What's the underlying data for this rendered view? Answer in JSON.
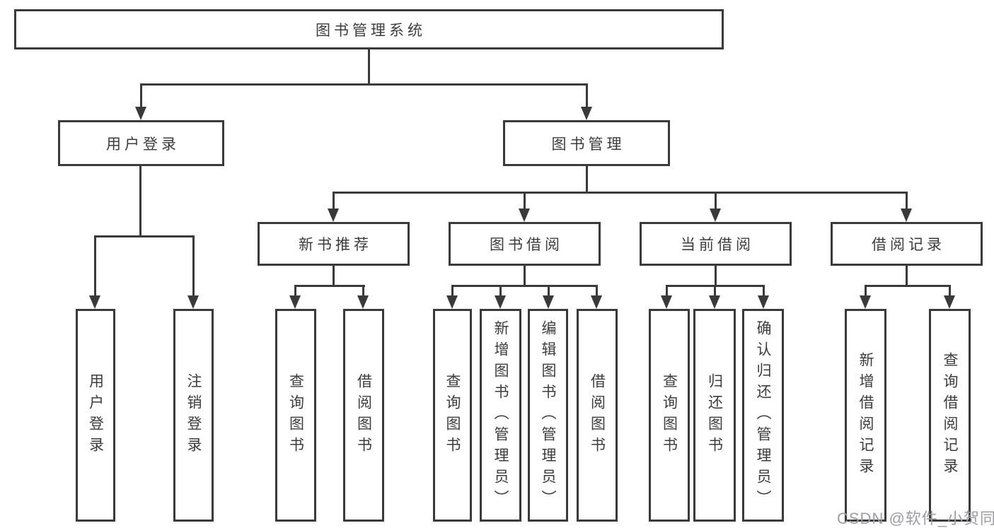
{
  "root": {
    "label": "图书管理系统"
  },
  "branches": [
    {
      "label": "用户登录",
      "children": [
        {
          "label": "用户登录"
        },
        {
          "label": "注销登录"
        }
      ]
    },
    {
      "label": "图书管理",
      "children": [
        {
          "label": "新书推荐",
          "children": [
            {
              "label": "查询图书"
            },
            {
              "label": "借阅图书"
            }
          ]
        },
        {
          "label": "图书借阅",
          "children": [
            {
              "label": "查询图书"
            },
            {
              "label": "新增图书（管理员）"
            },
            {
              "label": "编辑图书（管理员）"
            },
            {
              "label": "借阅图书"
            }
          ]
        },
        {
          "label": "当前借阅",
          "children": [
            {
              "label": "查询图书"
            },
            {
              "label": "归还图书"
            },
            {
              "label": "确认归还（管理员）"
            }
          ]
        },
        {
          "label": "借阅记录",
          "children": [
            {
              "label": "新增借阅记录"
            },
            {
              "label": "查询借阅记录"
            }
          ]
        }
      ]
    }
  ],
  "watermark": "CSDN @软件_小贺同学",
  "colors": {
    "line": "#3a3a3a",
    "text": "#3c3c3c",
    "watermark": "#9d9da3",
    "background": "#ffffff"
  }
}
